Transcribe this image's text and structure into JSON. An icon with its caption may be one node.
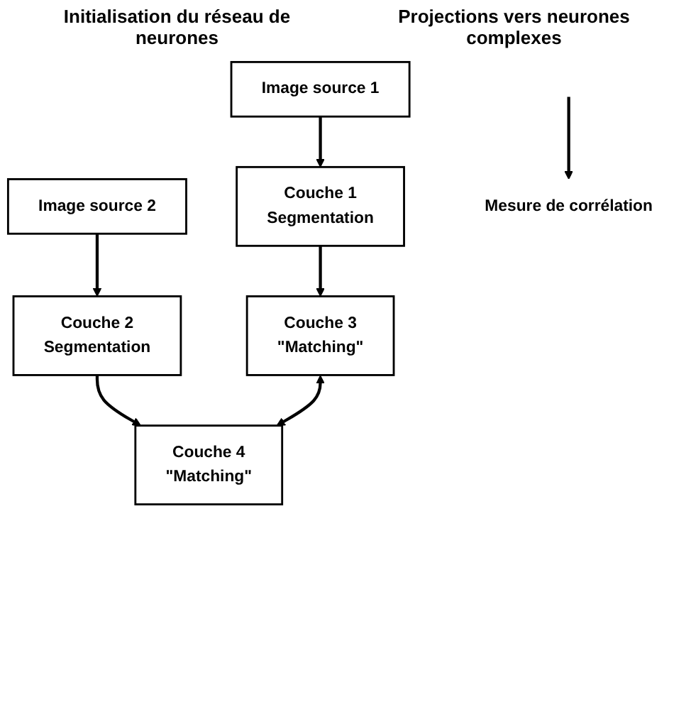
{
  "diagram": {
    "nodes": [
      {
        "text": [
          "Image source 1"
        ]
      },
      {
        "text": [
          "Image source 2"
        ]
      },
      {
        "text": [
          "Couche 1",
          "Segmentation"
        ]
      },
      {
        "text": [
          "Couche 2",
          "Segmentation"
        ]
      },
      {
        "text": [
          "Couche 3",
          "\"Matching\""
        ]
      },
      {
        "text": [
          "Couche 4",
          "\"Matching\""
        ]
      },
      {
        "text": [
          "Mesure de corrélation"
        ]
      }
    ],
    "edges": [
      {
        "from": 0,
        "to": 2,
        "arrow": "to"
      },
      {
        "from": 1,
        "to": 3,
        "arrow": "to"
      },
      {
        "from": 2,
        "to": 4,
        "arrow": "to"
      },
      {
        "from": 3,
        "to": 5,
        "arrow": "to"
      },
      {
        "from": 4,
        "to": 5,
        "arrow": "both"
      },
      {
        "from": null,
        "to": 6,
        "arrow": "to"
      }
    ],
    "labels": [
      "Initialisation du réseau de neurones",
      "Projections vers neurones complexes"
    ]
  }
}
